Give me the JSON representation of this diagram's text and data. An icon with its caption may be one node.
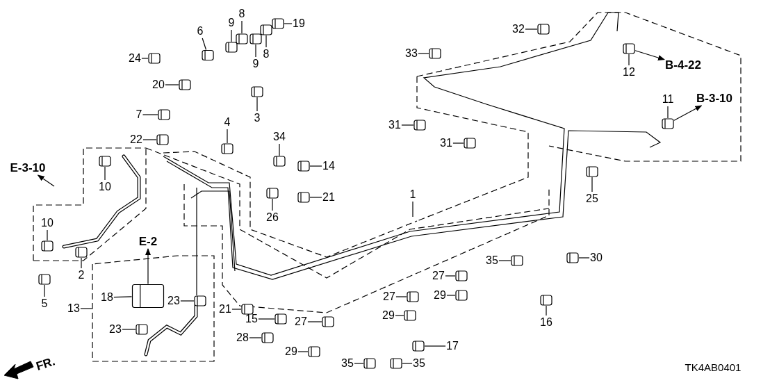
{
  "diagram": {
    "nodes": [
      {
        "text": [
          "6"
        ]
      },
      {
        "text": [
          "9"
        ]
      },
      {
        "text": [
          "8"
        ]
      },
      {
        "text": [
          "19"
        ]
      },
      {
        "text": [
          "9"
        ]
      },
      {
        "text": [
          "8"
        ]
      },
      {
        "text": [
          "24"
        ]
      },
      {
        "text": [
          "20"
        ]
      },
      {
        "text": [
          "7"
        ]
      },
      {
        "text": [
          "3"
        ]
      },
      {
        "text": [
          "4"
        ]
      },
      {
        "text": [
          "22"
        ]
      },
      {
        "text": [
          "34"
        ]
      },
      {
        "text": [
          "14"
        ]
      },
      {
        "text": [
          "E-3-10"
        ]
      },
      {
        "text": [
          "10"
        ]
      },
      {
        "text": [
          "21"
        ]
      },
      {
        "text": [
          "26"
        ]
      },
      {
        "text": [
          "10"
        ]
      },
      {
        "text": [
          "E-2"
        ]
      },
      {
        "text": [
          "2"
        ]
      },
      {
        "text": [
          "5"
        ]
      },
      {
        "text": [
          "18"
        ]
      },
      {
        "text": [
          "23"
        ]
      },
      {
        "text": [
          "13"
        ]
      },
      {
        "text": [
          "21"
        ]
      },
      {
        "text": [
          "15"
        ]
      },
      {
        "text": [
          "23"
        ]
      },
      {
        "text": [
          "28"
        ]
      },
      {
        "text": [
          "27"
        ]
      },
      {
        "text": [
          "29"
        ]
      },
      {
        "text": [
          "35"
        ]
      },
      {
        "text": [
          "32"
        ]
      },
      {
        "text": [
          "33"
        ]
      },
      {
        "text": [
          "B-4-22"
        ]
      },
      {
        "text": [
          "12"
        ]
      },
      {
        "text": [
          "11"
        ]
      },
      {
        "text": [
          "B-3-10"
        ]
      },
      {
        "text": [
          "31"
        ]
      },
      {
        "text": [
          "31"
        ]
      },
      {
        "text": [
          "1"
        ]
      },
      {
        "text": [
          "25"
        ]
      },
      {
        "text": [
          "35"
        ]
      },
      {
        "text": [
          "30"
        ]
      },
      {
        "text": [
          "27"
        ]
      },
      {
        "text": [
          "27"
        ]
      },
      {
        "text": [
          "29"
        ]
      },
      {
        "text": [
          "29"
        ]
      },
      {
        "text": [
          "16"
        ]
      },
      {
        "text": [
          "17"
        ]
      },
      {
        "text": [
          "35"
        ]
      },
      {
        "text": [],
        "shape": "picture"
      },
      {
        "text": [],
        "shape": "picture"
      },
      {
        "text": [],
        "shape": "picture"
      },
      {
        "text": [],
        "shape": "picture"
      },
      {
        "text": [],
        "shape": "picture"
      },
      {
        "text": [],
        "shape": "picture"
      },
      {
        "text": [],
        "shape": "picture"
      },
      {
        "text": [],
        "shape": "picture"
      },
      {
        "text": [],
        "shape": "picture"
      },
      {
        "text": [],
        "shape": "picture"
      },
      {
        "text": [],
        "shape": "picture"
      },
      {
        "text": [],
        "shape": "picture"
      },
      {
        "text": [],
        "shape": "picture"
      },
      {
        "text": [],
        "shape": "picture"
      },
      {
        "text": [],
        "shape": "picture"
      },
      {
        "text": [],
        "shape": "picture"
      },
      {
        "text": [],
        "shape": "picture"
      },
      {
        "text": [],
        "shape": "picture"
      },
      {
        "text": [],
        "shape": "picture"
      },
      {
        "text": [],
        "shape": "picture"
      },
      {
        "text": [],
        "shape": "picture"
      },
      {
        "text": [],
        "shape": "picture"
      },
      {
        "text": [],
        "shape": "picture"
      },
      {
        "text": [],
        "shape": "picture"
      },
      {
        "text": [],
        "shape": "picture"
      },
      {
        "text": [],
        "shape": "picture"
      },
      {
        "text": [],
        "shape": "picture"
      },
      {
        "text": [],
        "shape": "picture"
      },
      {
        "text": [],
        "shape": "picture"
      },
      {
        "text": [],
        "shape": "picture"
      },
      {
        "text": [],
        "shape": "picture"
      },
      {
        "text": [],
        "shape": "picture"
      },
      {
        "text": [],
        "shape": "picture"
      },
      {
        "text": [],
        "shape": "picture"
      },
      {
        "text": [],
        "shape": "picture"
      },
      {
        "text": [],
        "shape": "picture"
      },
      {
        "text": [],
        "shape": "picture"
      },
      {
        "text": [],
        "shape": "picture"
      },
      {
        "text": [],
        "shape": "picture"
      },
      {
        "text": [],
        "shape": "picture"
      },
      {
        "text": [],
        "shape": "picture"
      },
      {
        "text": [],
        "shape": "picture"
      },
      {
        "text": [],
        "shape": "picture"
      },
      {
        "text": [],
        "shape": "picture"
      },
      {
        "text": [],
        "shape": "picture"
      }
    ],
    "edges": [
      {
        "from": 0,
        "to": 51,
        "arrow": "none"
      },
      {
        "from": 1,
        "to": 52,
        "arrow": "none"
      },
      {
        "from": 2,
        "to": 53,
        "arrow": "none"
      },
      {
        "from": 3,
        "to": 54,
        "arrow": "none"
      },
      {
        "from": 4,
        "to": 55,
        "arrow": "none"
      },
      {
        "from": 5,
        "to": 56,
        "arrow": "none"
      },
      {
        "from": 6,
        "to": 57,
        "arrow": "none"
      },
      {
        "from": 7,
        "to": 58,
        "arrow": "none"
      },
      {
        "from": 8,
        "to": 59,
        "arrow": "none"
      },
      {
        "from": 9,
        "to": 60,
        "arrow": "none"
      },
      {
        "from": 10,
        "to": 61,
        "arrow": "none"
      },
      {
        "from": 11,
        "to": 62,
        "arrow": "none"
      },
      {
        "from": 12,
        "to": 63,
        "arrow": "none"
      },
      {
        "from": 13,
        "to": 64,
        "arrow": "none"
      },
      {
        "from": null,
        "to": 14,
        "arrow": "to"
      },
      {
        "from": 15,
        "to": 65,
        "arrow": "none"
      },
      {
        "from": 16,
        "to": 66,
        "arrow": "none"
      },
      {
        "from": 17,
        "to": 67,
        "arrow": "none"
      },
      {
        "from": 18,
        "to": 68,
        "arrow": "none"
      },
      {
        "from": 71,
        "to": 19,
        "arrow": "to"
      },
      {
        "from": 20,
        "to": 69,
        "arrow": "none"
      },
      {
        "from": 21,
        "to": 70,
        "arrow": "none"
      },
      {
        "from": 22,
        "to": 71,
        "arrow": "none"
      },
      {
        "from": 23,
        "to": 72,
        "arrow": "none"
      },
      {
        "from": 24,
        "to": null,
        "arrow": "none"
      },
      {
        "from": 25,
        "to": 73,
        "arrow": "none"
      },
      {
        "from": 26,
        "to": 74,
        "arrow": "none"
      },
      {
        "from": 27,
        "to": 75,
        "arrow": "none"
      },
      {
        "from": 28,
        "to": 76,
        "arrow": "none"
      },
      {
        "from": 29,
        "to": 77,
        "arrow": "none"
      },
      {
        "from": 30,
        "to": 78,
        "arrow": "none"
      },
      {
        "from": 31,
        "to": 79,
        "arrow": "none"
      },
      {
        "from": 32,
        "to": 80,
        "arrow": "none"
      },
      {
        "from": 33,
        "to": 81,
        "arrow": "none"
      },
      {
        "from": 82,
        "to": 34,
        "arrow": "to"
      },
      {
        "from": 35,
        "to": 82,
        "arrow": "none"
      },
      {
        "from": 36,
        "to": 83,
        "arrow": "none"
      },
      {
        "from": 83,
        "to": 37,
        "arrow": "to"
      },
      {
        "from": 38,
        "to": 84,
        "arrow": "none"
      },
      {
        "from": 39,
        "to": 85,
        "arrow": "none"
      },
      {
        "from": 40,
        "to": null,
        "arrow": "none"
      },
      {
        "from": 41,
        "to": 86,
        "arrow": "none"
      },
      {
        "from": 42,
        "to": 87,
        "arrow": "none"
      },
      {
        "from": 43,
        "to": 88,
        "arrow": "none"
      },
      {
        "from": 44,
        "to": 89,
        "arrow": "none"
      },
      {
        "from": 45,
        "to": 90,
        "arrow": "none"
      },
      {
        "from": 46,
        "to": 91,
        "arrow": "none"
      },
      {
        "from": 47,
        "to": 92,
        "arrow": "none"
      },
      {
        "from": 48,
        "to": 93,
        "arrow": "none"
      },
      {
        "from": 49,
        "to": 94,
        "arrow": "none"
      },
      {
        "from": 50,
        "to": 95,
        "arrow": "none"
      }
    ],
    "labels": [
      "FR.",
      "TK4AB0401"
    ]
  }
}
